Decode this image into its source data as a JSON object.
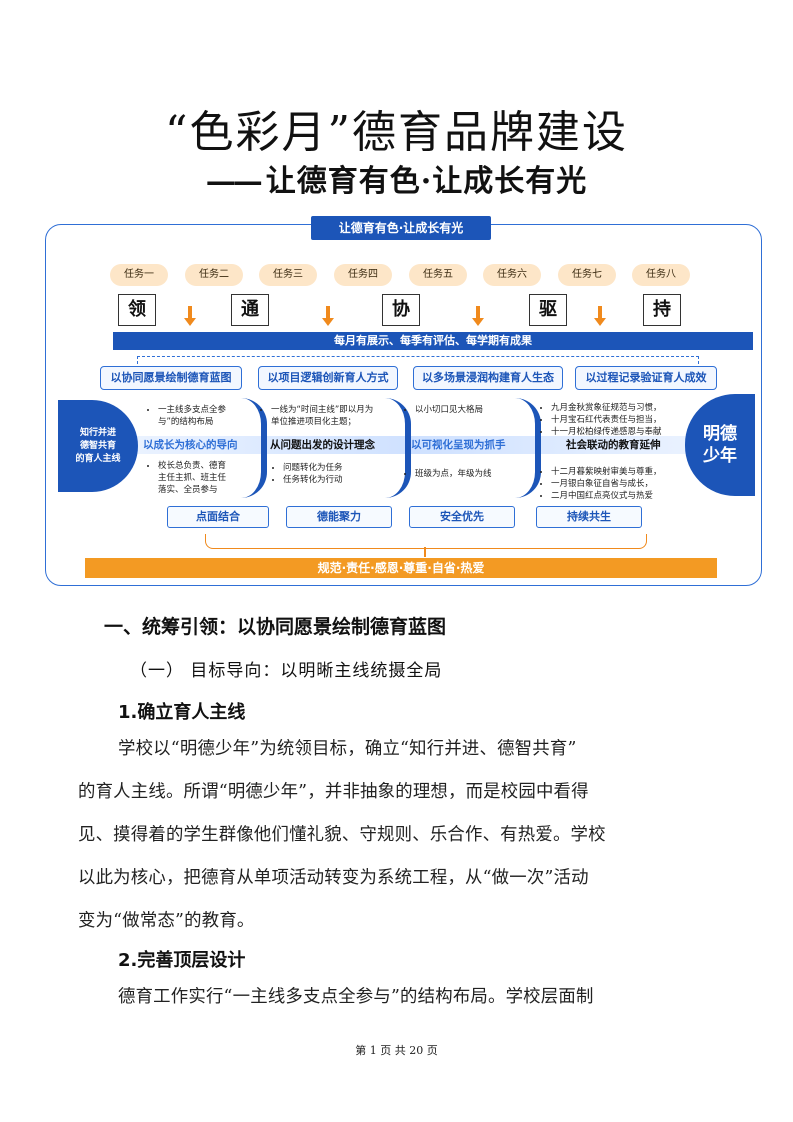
{
  "title": "“色彩月”德育品牌建设",
  "subtitle_dash": "——",
  "subtitle": "让德育有色·让成长有光",
  "diagram": {
    "banner": "让德育有色·让成长有光",
    "tasks": [
      "任务一",
      "任务二",
      "任务三",
      "任务四",
      "任务五",
      "任务六",
      "任务七",
      "任务八"
    ],
    "chars": [
      "领",
      "通",
      "协",
      "驱",
      "持"
    ],
    "blue_bar": "每月有展示、每季有评估、每学期有成果",
    "strategies": [
      "以协同愿景绘制德育蓝图",
      "以项目逻辑创新育人方式",
      "以多场景浸润构建育人生态",
      "以过程记录验证育人成效"
    ],
    "left_circle": "知行并进\n德智共育\n的育人主线",
    "right_circle": "明德\n少年",
    "band_labels": [
      "以成长为核心的导向",
      "从问题出发的设计理念",
      "以可视化呈现为抓手",
      "社会联动的教育延伸"
    ],
    "col1_top": [
      "一主线多支点全参与”的结构布局"
    ],
    "col1_bottom": [
      "校长总负责、德育主任主抓、班主任落实、全员参与"
    ],
    "col2_top": [
      "一线为“时间主线”即以月为单位推进项目化主题；"
    ],
    "col2_bottom": [
      "问题转化为任务",
      "任务转化为行动"
    ],
    "col3_top": [
      "以小切口见大格局"
    ],
    "col3_bottom": [
      "班级为点，年级为线"
    ],
    "col4_top": [
      "九月金秋赏象征规范与习惯，",
      "十月宝石红代表责任与担当，",
      "十一月松柏绿传递感恩与奉献"
    ],
    "col4_bottom": [
      "十二月暮紫映射审美与尊重，",
      "一月银白象征自省与成长，",
      "二月中国红点亮仪式与热爱"
    ],
    "bottom_pills": [
      "点面结合",
      "德能聚力",
      "安全优先",
      "持续共生"
    ],
    "orange_bar": "规范·责任·感恩·尊重·自省·热爱"
  },
  "heading1": "一、统筹引领：以协同愿景绘制德育蓝图",
  "heading2": "（一） 目标导向：以明晰主线统摄全局",
  "heading3": "1.确立育人主线",
  "paragraph1_lines": [
    "学校以“明德少年”为统领目标，确立“知行并进、德智共育”",
    "的育人主线。所谓“明德少年”，并非抽象的理想，而是校园中看得",
    "见、摸得着的学生群像他们懂礼貌、守规则、乐合作、有热爱。学校",
    "以此为核心，把德育从单项活动转变为系统工程，从“做一次”活动",
    "变为“做常态”的教育。"
  ],
  "heading4": "2.完善顶层设计",
  "paragraph2_line": "德育工作实行“一主线多支点全参与”的结构布局。学校层面制",
  "footer": "第 1 页 共 20 页",
  "colors": {
    "blue": "#1c55b8",
    "orange": "#f39a23",
    "pill": "#fde6c8"
  }
}
